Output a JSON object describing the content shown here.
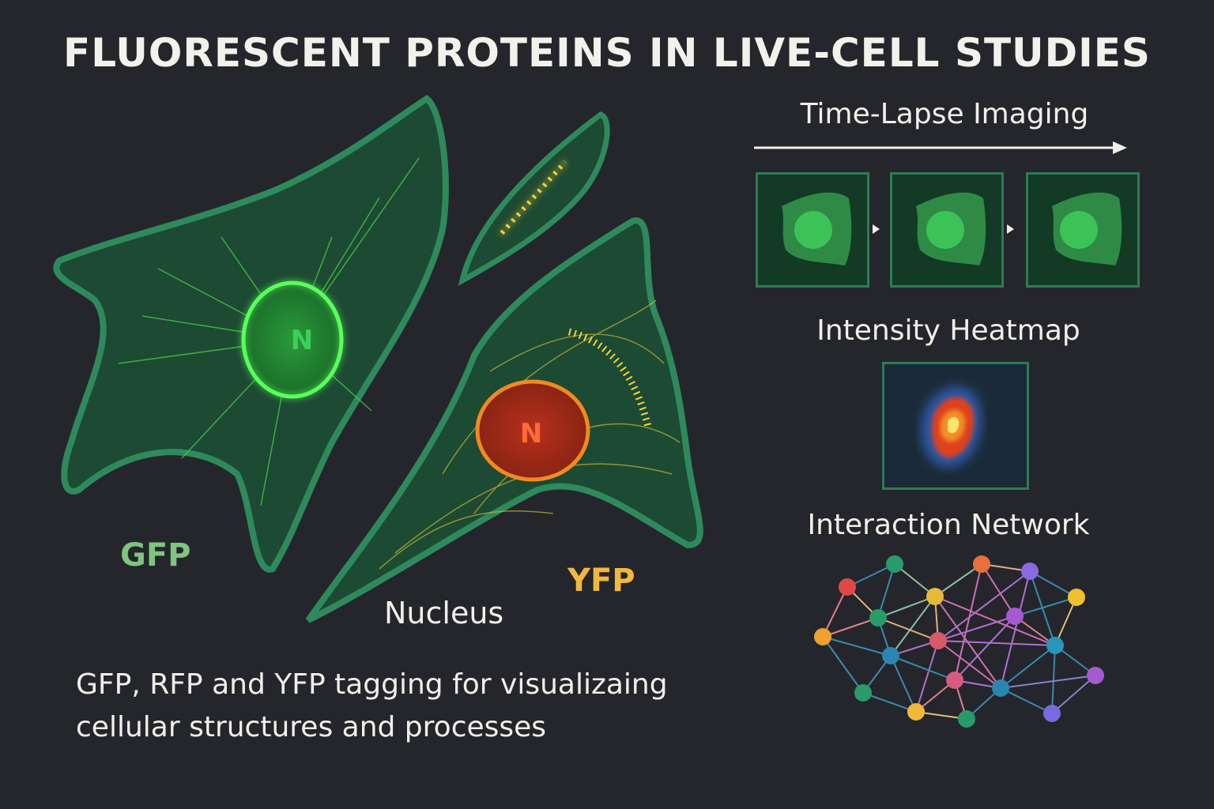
{
  "title": "FLUORESCENT PROTEINS IN LIVE-CELL STUDIES",
  "cells": {
    "gfp_label": "GFP",
    "yfp_label": "YFP",
    "nucleus_label": "Nucleus",
    "gfp_nucleus_mark": "N",
    "rfp_nucleus_mark": "N"
  },
  "caption": {
    "line1": "GFP, RFP and YFP tagging for visualizaing",
    "line2": "cellular structures and processes"
  },
  "time_lapse": {
    "title": "Time-Lapse Imaging",
    "frame_count": 3
  },
  "heatmap": {
    "title": "Intensity Heatmap"
  },
  "network": {
    "title": "Interaction Network",
    "node_count": 19
  },
  "colors": {
    "background": "#25262b",
    "gfp": "#4cd64c",
    "rfp": "#c0331f",
    "yfp": "#f5d33a",
    "cell_outline": "#2e8a5c"
  }
}
